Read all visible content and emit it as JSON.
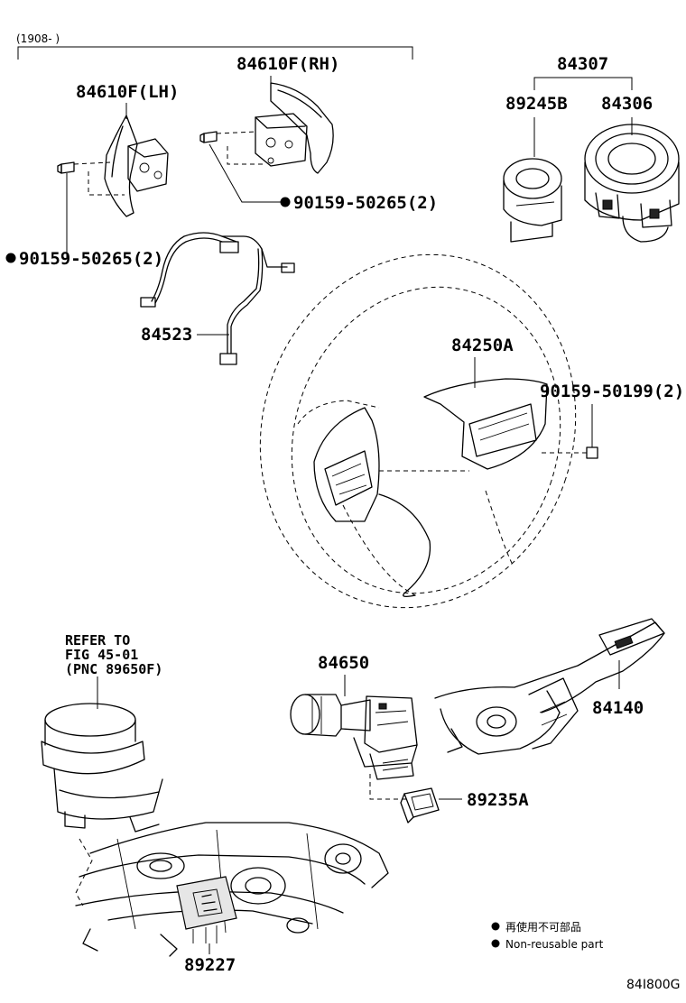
{
  "header": {
    "range_label": "(1908-        )"
  },
  "parts": {
    "p84610F_RH": "84610F(RH)",
    "p84610F_LH": "84610F(LH)",
    "p84307": "84307",
    "p89245B": "89245B",
    "p84306": "84306",
    "bolt_rh": "90159-50265(2)",
    "bolt_lh": "90159-50265(2)",
    "p84523": "84523",
    "p84250A": "84250A",
    "bolt_horn": "90159-50199(2)",
    "p84650": "84650",
    "p84140": "84140",
    "p89235A": "89235A",
    "p89227": "89227"
  },
  "refer": {
    "line1": "REFER TO",
    "line2": "FIG 45-01",
    "line3": "(PNC 89650F)"
  },
  "legend": {
    "jp": "再使用不可部品",
    "en": "Non-reusable part"
  },
  "figure_code": "84I800G",
  "colors": {
    "ink": "#000000",
    "background": "#ffffff",
    "shade": "#e6e6e6"
  }
}
